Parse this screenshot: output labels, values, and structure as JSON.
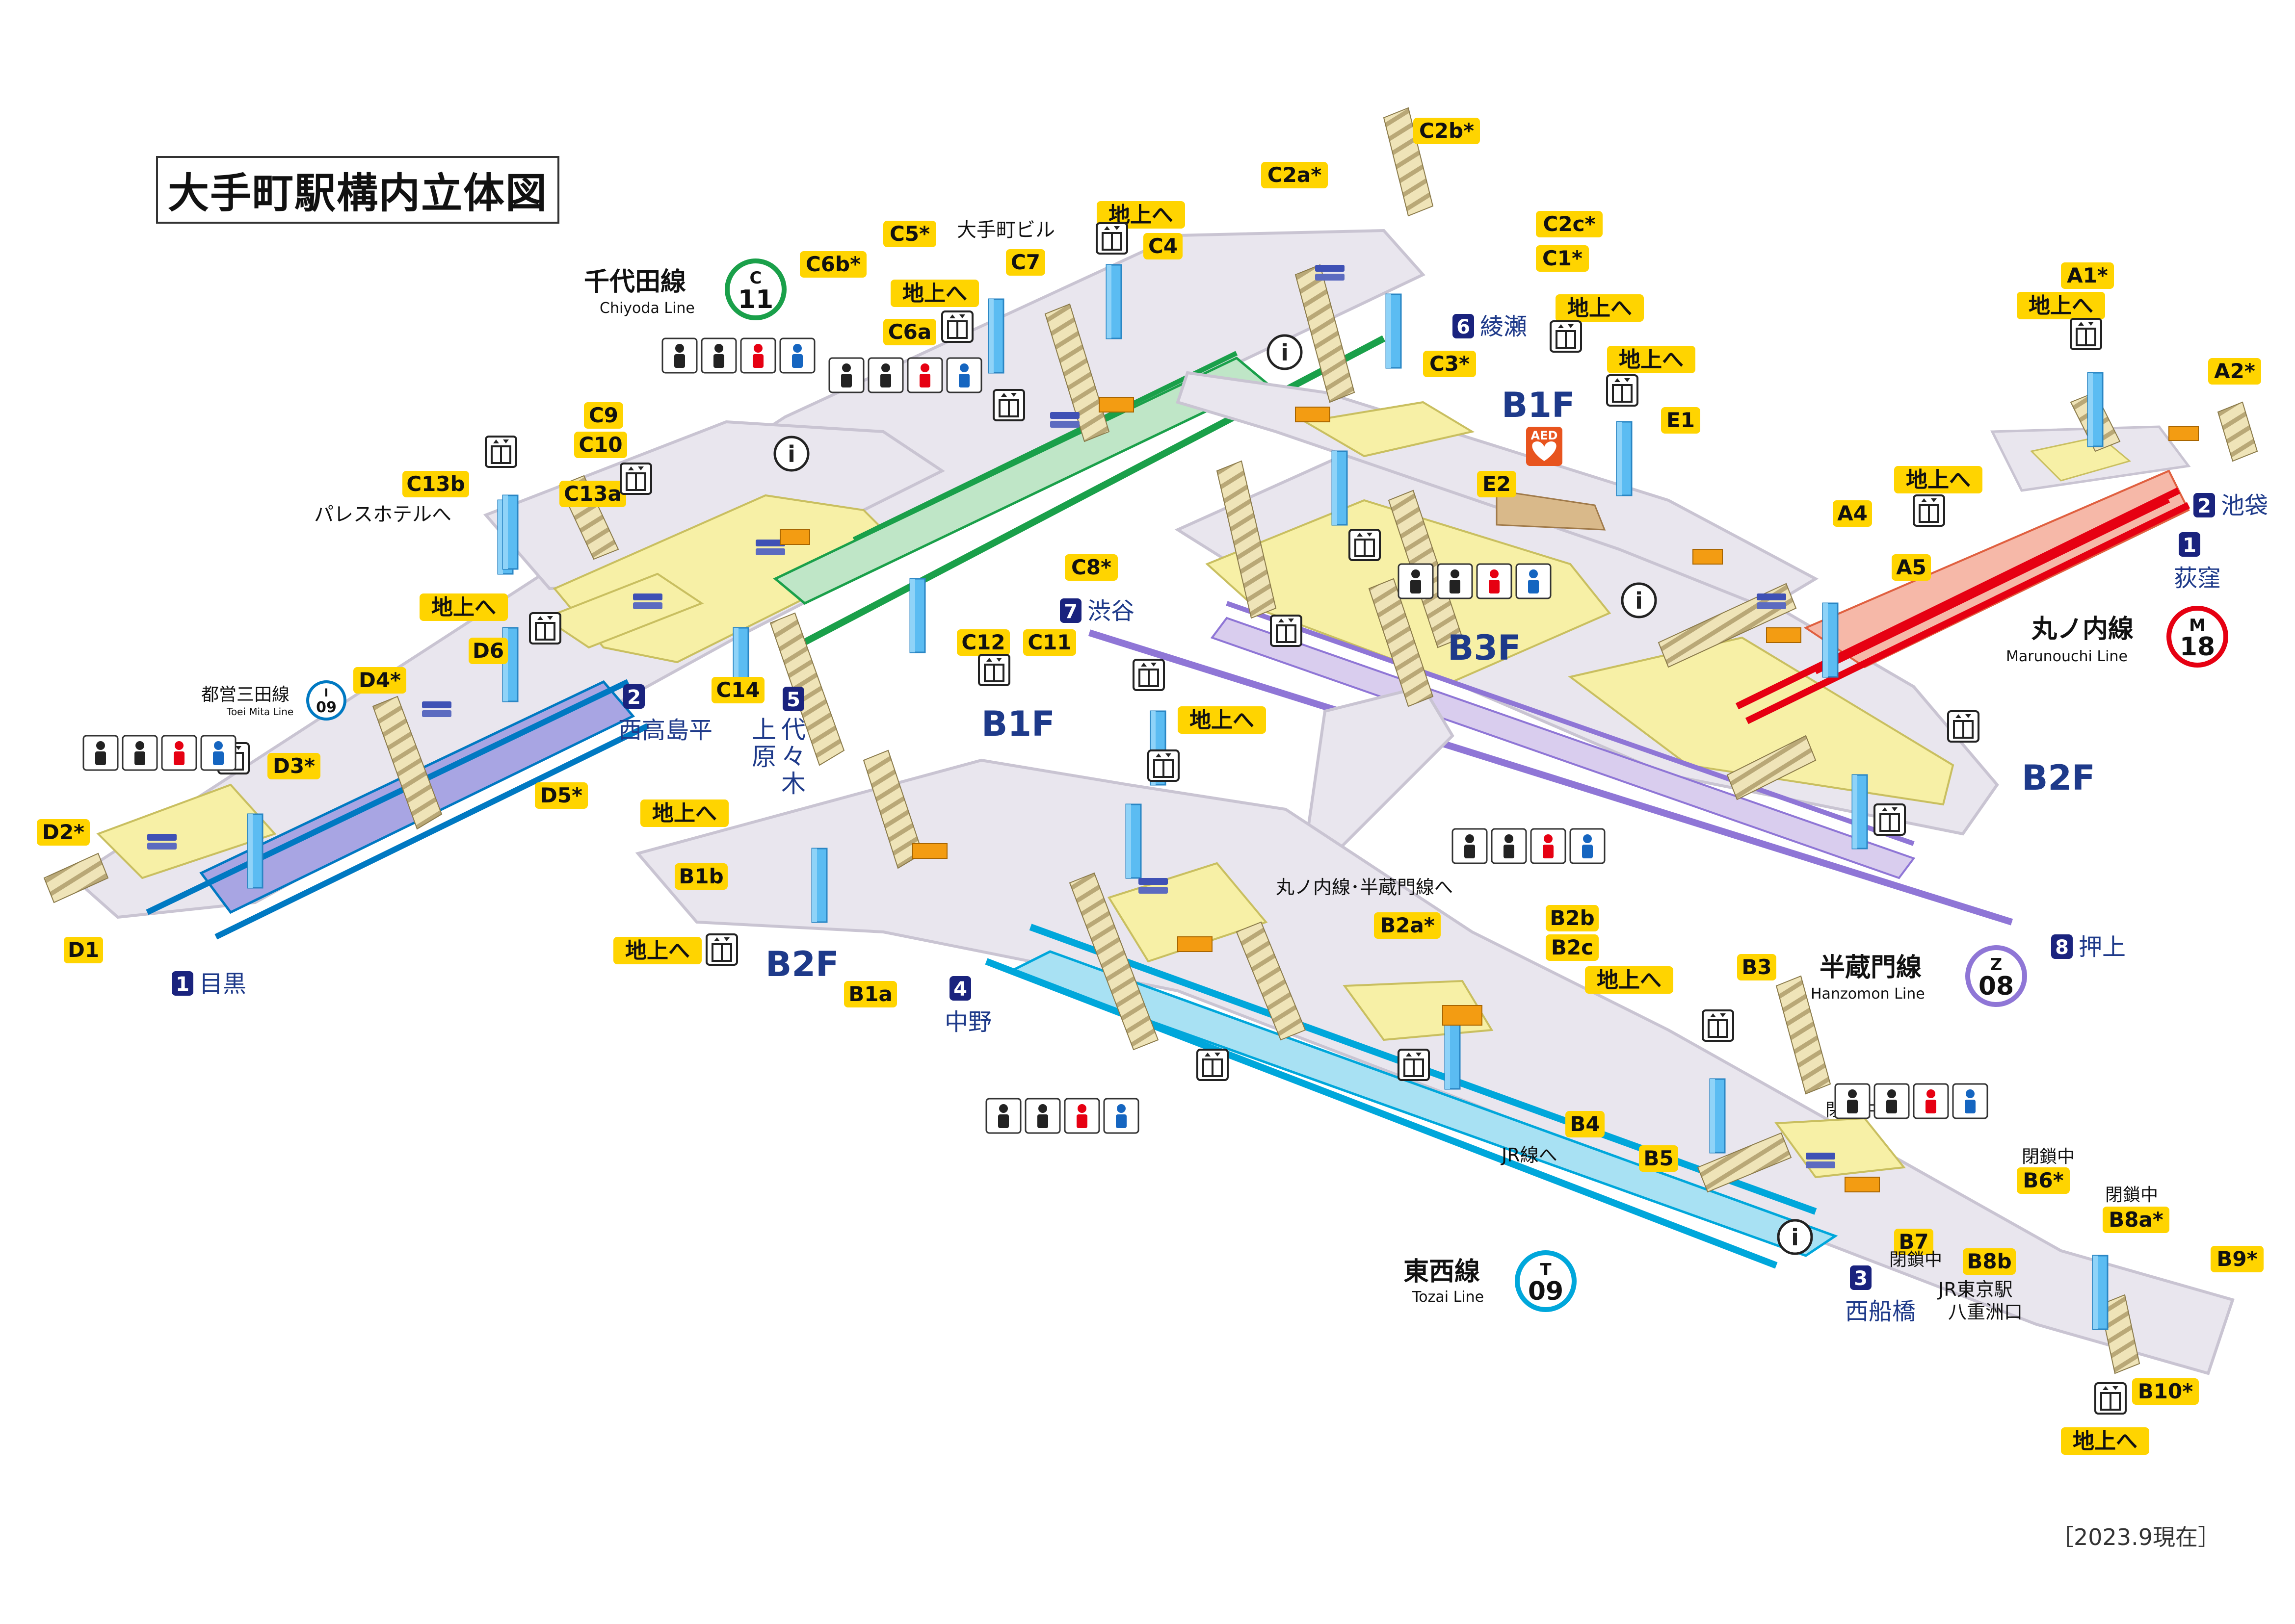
{
  "title": "大手町駅構内立体図",
  "date_note": "［2023.9現在］",
  "lines": {
    "chiyoda": {
      "name_ja": "千代田線",
      "name_en": "Chiyoda Line",
      "code_letter": "C",
      "code_num": "11",
      "color": "#1aa04a"
    },
    "marunouchi": {
      "name_ja": "丸ノ内線",
      "name_en": "Marunouchi Line",
      "code_letter": "M",
      "code_num": "18",
      "color": "#e60012"
    },
    "hanzomon": {
      "name_ja": "半蔵門線",
      "name_en": "Hanzomon Line",
      "code_letter": "Z",
      "code_num": "08",
      "color": "#8f76d6"
    },
    "tozai": {
      "name_ja": "東西線",
      "name_en": "Tozai Line",
      "code_letter": "T",
      "code_num": "09",
      "color": "#00a7db"
    },
    "mita": {
      "name_ja": "都営三田線",
      "name_en": "Toei Mita Line",
      "code_letter": "I",
      "code_num": "09",
      "color": "#0079c2"
    }
  },
  "floors": {
    "b1f_a": "B1F",
    "b1f_b": "B1F",
    "b2f_a": "B2F",
    "b2f_b": "B2F",
    "b3f": "B3F"
  },
  "exits": {
    "C1": "C1*",
    "C2a": "C2a*",
    "C2b": "C2b*",
    "C2c": "C2c*",
    "C3": "C3*",
    "C4": "C4",
    "C5": "C5*",
    "C6a": "C6a",
    "C6b": "C6b*",
    "C7": "C7",
    "C8": "C8*",
    "C9": "C9",
    "C10": "C10",
    "C11": "C11",
    "C12": "C12",
    "C13a": "C13a",
    "C13b": "C13b",
    "C14": "C14",
    "D1": "D1",
    "D2": "D2*",
    "D3": "D3*",
    "D4": "D4*",
    "D5": "D5*",
    "D6": "D6",
    "A1": "A1*",
    "A2": "A2*",
    "A4": "A4",
    "A5": "A5",
    "E1": "E1",
    "E2": "E2",
    "B1a": "B1a",
    "B1b": "B1b",
    "B2a": "B2a*",
    "B2b": "B2b",
    "B2c": "B2c",
    "B3": "B3",
    "B4": "B4",
    "B5": "B5",
    "B6": "B6*",
    "B7": "B7",
    "B8a": "B8a*",
    "B8b": "B8b",
    "B9": "B9*",
    "B10": "B10*"
  },
  "to_surface": "地上へ",
  "notes": {
    "otemachi_bldg": "大手町ビル",
    "palace_hotel": "パレスホテルへ",
    "maru_hanzo": "丸ノ内線･半蔵門線へ",
    "jr_line": "JR線へ",
    "closed": "閉鎖中",
    "jr_tokyo_1": "JR東京駅",
    "jr_tokyo_2": "八重洲口"
  },
  "directions": {
    "d1": {
      "num": "1",
      "text": "目黒"
    },
    "d2": {
      "num": "2",
      "text": "西高島平"
    },
    "d5": {
      "num": "5",
      "text": "代々木上原"
    },
    "d6": {
      "num": "6",
      "text": "綾瀬"
    },
    "d7": {
      "num": "7",
      "text": "渋谷"
    },
    "d8": {
      "num": "8",
      "text": "押上"
    },
    "d4": {
      "num": "4",
      "text": "中野"
    },
    "d3": {
      "num": "3",
      "text": "西船橋"
    },
    "m2": {
      "num": "2",
      "text": "池袋"
    },
    "m1": {
      "num": "1",
      "text": "荻窪"
    }
  },
  "icons": {
    "elevator": "elevator-icon",
    "info": "info-icon",
    "aed": "AED",
    "toilet": "toilet-icon",
    "accessible": "wheelchair-icon",
    "nursing": "nursing-room-icon",
    "baby": "baby-care-icon",
    "station_office": "station-office-icon"
  },
  "colors": {
    "concourse": "#e9e6ee",
    "concourse_edge": "#c9c4d2",
    "paid_area": "#f7f0a6",
    "exit_label_bg": "#ffd400",
    "elevator_shaft": "#5bbcf2",
    "direction_badge": "#1a237e",
    "stair": "#e8dcb0",
    "ticket_gate": "#3f51b5",
    "ticket_machine": "#f39c12"
  }
}
